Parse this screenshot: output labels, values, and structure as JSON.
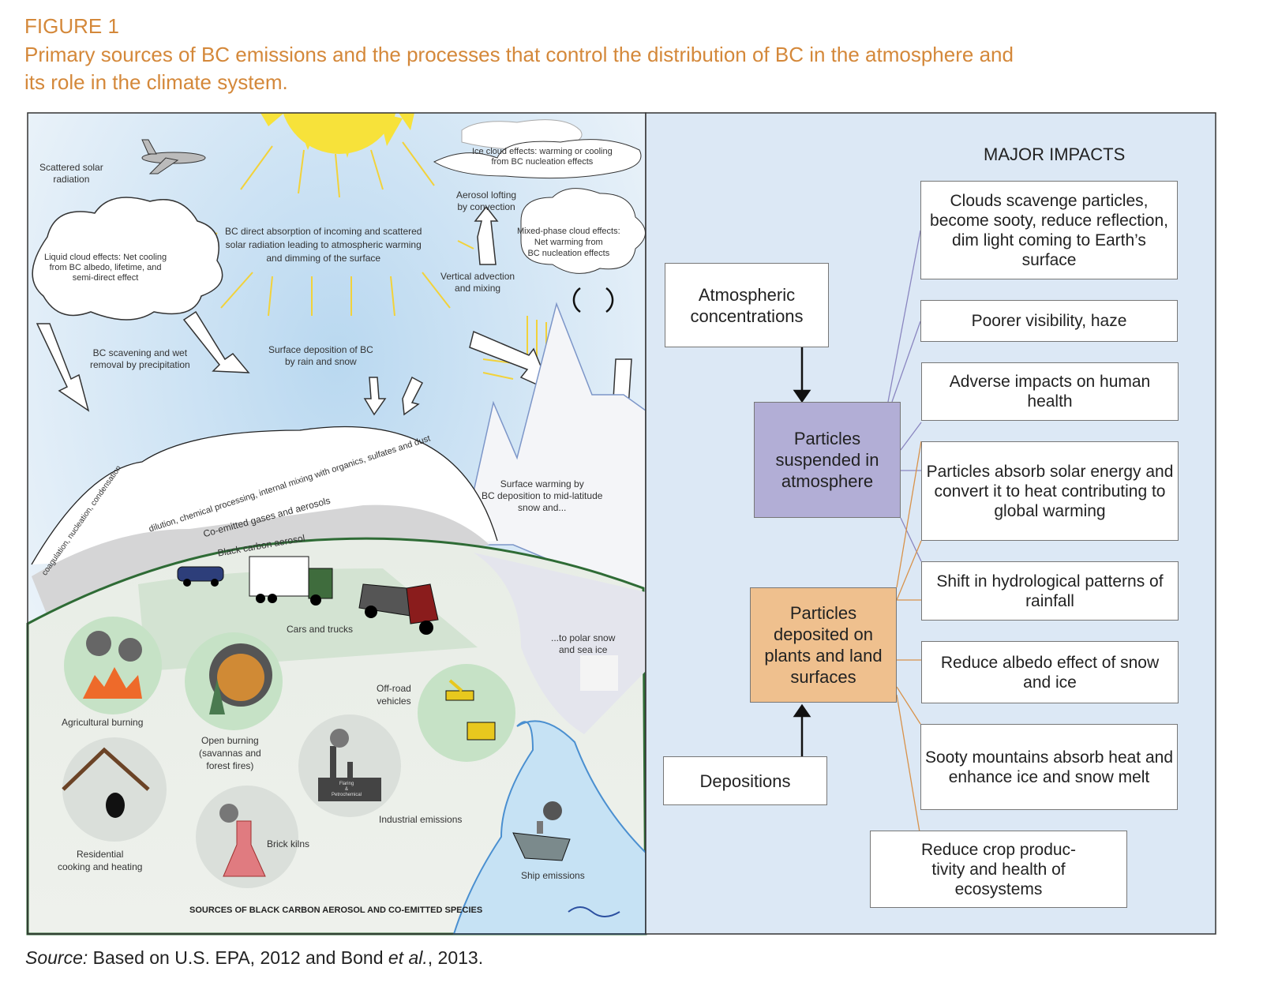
{
  "figure": {
    "label": "FIGURE 1",
    "caption_line1": "Primary sources of BC emissions and the processes that control the distribution of BC in the atmosphere and",
    "caption_line2": "its role in the climate system.",
    "source_prefix": "Source:",
    "source_text": " Based on U.S. EPA, 2012 and Bond ",
    "source_etal": "et al.",
    "source_end": ", 2013."
  },
  "colors": {
    "title": "#d4883a",
    "right_panel": "#dce8f5",
    "suspended_box": "#b2aed6",
    "deposited_box": "#efc08e",
    "purple_line": "#8a86c0",
    "orange_line": "#d8924a"
  },
  "left_panel": {
    "scattered": "Scattered solar\nradiation",
    "ice_cloud": "Ice cloud effects: warming or cooling\nfrom BC nucleation effects",
    "aerosol_lofting": "Aerosol lofting\nby convection",
    "mixed_phase": "Mixed-phase cloud effects:\nNet warming from\nBC nucleation effects",
    "direct_absorption": "BC direct absorption of incoming and scattered\nsolar radiation leading to atmospheric warming\nand dimming of the surface",
    "liquid_cloud": "Liquid cloud effects: Net cooling\nfrom BC albedo, lifetime, and\nsemi-direct effect",
    "vertical_advection": "Vertical advection\nand mixing",
    "scavenging": "BC scavening and wet\nremoval by precipitation",
    "surface_deposition": "Surface deposition of BC\nby rain and snow",
    "coagulation": "coagulation, nucleation, condensation",
    "dilution": "dilution, chemical processing, internal mixing with organics, sulfates and dust",
    "co_emitted": "Co-emitted gases and aerosols",
    "black_carbon": "Black carbon aerosol",
    "surface_warming": "Surface warming by\nBC deposition to mid-latitude\nsnow and...",
    "polar": "...to polar snow\nand sea ice",
    "cars": "Cars and trucks",
    "agricultural": "Agricultural burning",
    "open_burning": "Open burning\n(savannas and\nforest fires)",
    "off_road": "Off-road\nvehicles",
    "industrial": "Industrial emissions",
    "flaring": "Flaring\n&\nPetrochemical",
    "residential": "Residential\ncooking and heating",
    "brick": "Brick kilns",
    "ship": "Ship emissions",
    "sources_title": "SOURCES OF BLACK CARBON AEROSOL AND CO-EMITTED SPECIES"
  },
  "right_panel": {
    "title": "MAJOR IMPACTS",
    "atmospheric": "Atmospheric concentrations",
    "suspended": "Particles suspended in atmosphere",
    "deposited": "Particles deposited on plants and land surfaces",
    "depositions": "Depositions",
    "impacts": [
      "Clouds scavenge particles, become sooty, reduce reflection, dim light coming to Earth’s surface",
      "Poorer visibility, haze",
      "Adverse impacts on human health",
      "Particles absorb solar energy and convert it to heat contributing to global warming",
      "Shift in hydrological patterns of rainfall",
      "Reduce albedo effect of snow and ice",
      "Sooty mountains absorb heat and enhance ice and snow melt",
      "Reduce crop produc-tivity and health of ecosystems"
    ]
  }
}
